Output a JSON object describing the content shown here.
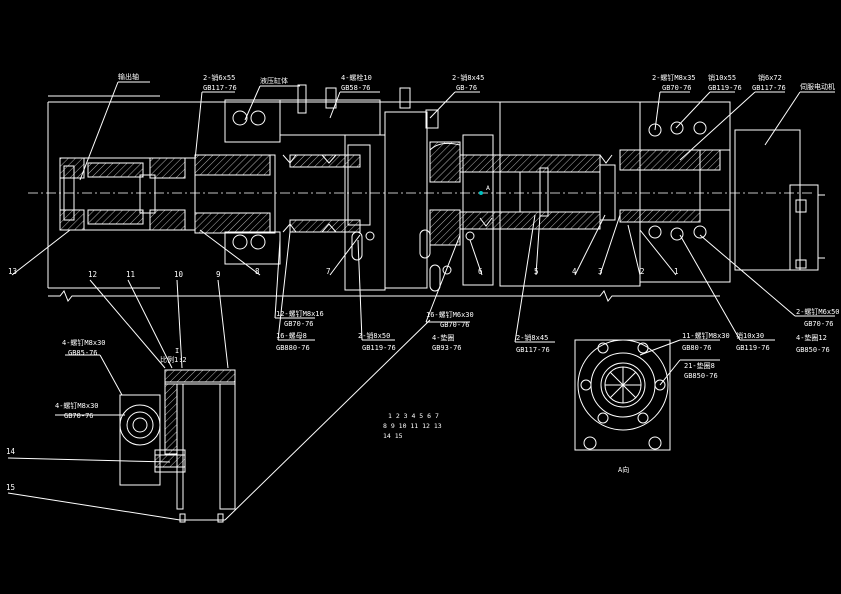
{
  "drawing": {
    "part_labels": {
      "top_left_1": "输出轴",
      "top_2": "2-销6x55",
      "top_2b": "GB117-76",
      "top_3": "液压缸体",
      "top_4": "4-螺栓10",
      "top_4b": "GB58-76",
      "top_5": "2-销8x45",
      "top_5b": "GB-76",
      "top_6": "2-螺钉M8x35",
      "top_6b": "GB70-76",
      "top_7": "销10x55",
      "top_7b": "GB119-76",
      "top_8": "销6x72",
      "top_8b": "GB117-76",
      "top_9": "伺服电动机",
      "left_1": "12-螺钉M8x16",
      "left_1b": "GB70-76",
      "left_2": "16-螺母8",
      "left_2b": "GB880-76",
      "mid_1": "2-销8x50",
      "mid_1b": "GB119-76",
      "mid_2": "16-螺钉M6x30",
      "mid_2b": "GB70-76",
      "mid_3": "4-垫圈",
      "mid_3b": "GB93-76",
      "mid_4": "2-销8x45",
      "mid_4b": "GB117-76",
      "right_1": "2-螺钉M6x50",
      "right_1b": "GB70-76",
      "right_2": "4-垫圈12",
      "right_2b": "GB850-76",
      "right_3": "销10x30",
      "right_3b": "GB119-76",
      "sec_1": "11-螺钉M8x30",
      "sec_1b": "GB80-76",
      "sec_2": "21-垫圈8",
      "sec_2b": "GB850-76",
      "det_1": "4-螺钉M8x30",
      "det_1b": "GB85-76",
      "det_2": "4-螺钉M8x30",
      "det_2b": "GB70-76",
      "det_scale_a": "比例1:2",
      "det_scale_b": "I"
    },
    "view_label": "A向",
    "section_mark": "A",
    "numbers": {
      "n1": "1",
      "n2": "2",
      "n3": "3",
      "n4": "4",
      "n5": "5",
      "n6": "6",
      "n7": "7",
      "n8": "8",
      "n9": "9",
      "n10": "10",
      "n11": "11",
      "n12": "12",
      "n13": "13",
      "n14": "14",
      "n15": "15"
    },
    "legend_row1": "1 2 3 4 5 6 7",
    "legend_row2": "8 9 10 11 12 13",
    "legend_row3": "14 15"
  }
}
